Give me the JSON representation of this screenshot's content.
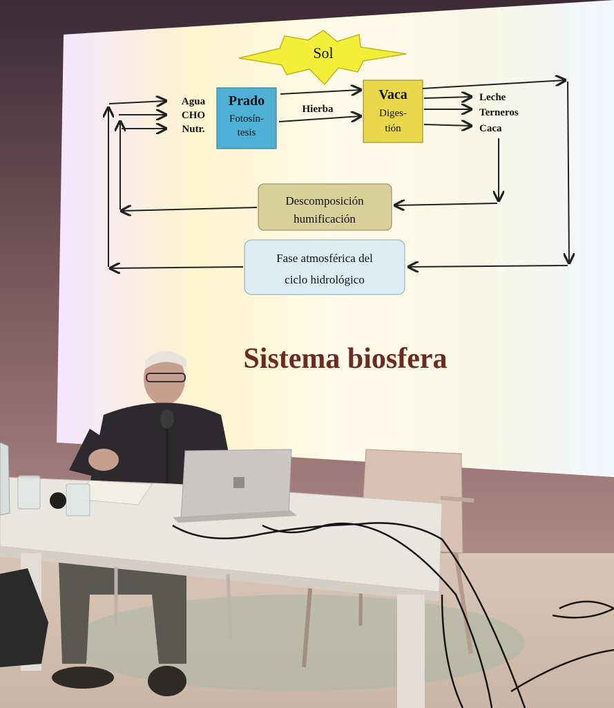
{
  "slide": {
    "sun": "Sol",
    "inputs": [
      "Agua",
      "CHO",
      "Nutr."
    ],
    "prado_title": "Prado",
    "prado_sub1": "Fotosín-",
    "prado_sub2": "tesis",
    "hierba": "Hierba",
    "vaca_title": "Vaca",
    "vaca_sub1": "Diges-",
    "vaca_sub2": "tión",
    "outputs": [
      "Leche",
      "Terneros",
      "Caca"
    ],
    "decomp_line1": "Descomposición",
    "decomp_line2": "humificación",
    "fase_line1": "Fase atmosférica del",
    "fase_line2": "ciclo hidrológico",
    "title": "Sistema biosfera"
  },
  "colors": {
    "sun": "#f2ee3a",
    "prado": "#4fb0d6",
    "vaca": "#e8d84a",
    "decomp_box": "#d9cf9a",
    "fase_box": "#dceef3",
    "title": "#6b2b22"
  },
  "icons": [
    "sun-shape",
    "arrow-icon"
  ]
}
